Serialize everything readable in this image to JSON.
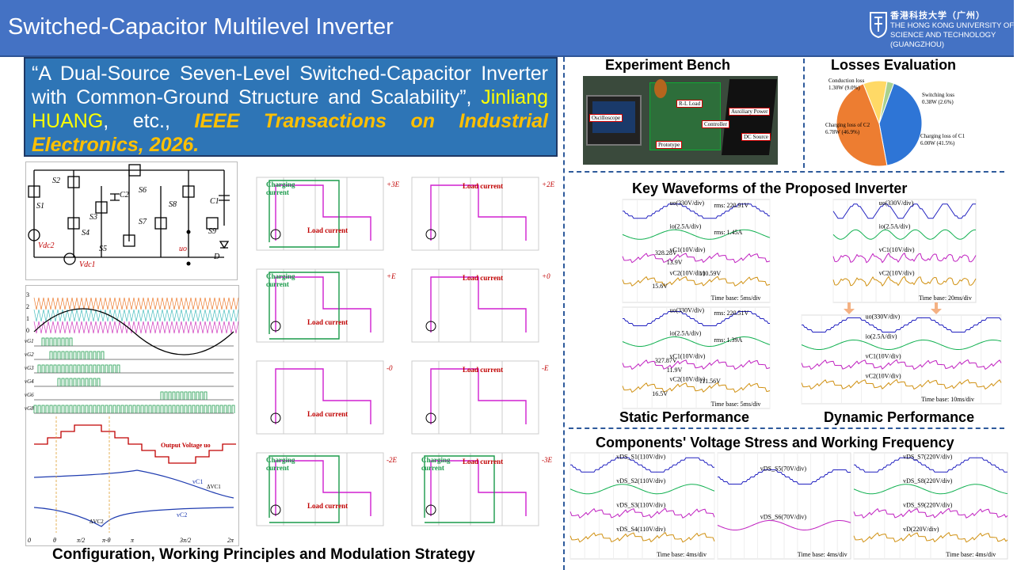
{
  "header": {
    "title": "Switched-Capacitor Multilevel Inverter",
    "logo_cn": "香港科技大学（广州）",
    "logo_en": "THE HONG KONG UNIVERSITY OF SCIENCE AND TECHNOLOGY (GUANGZHOU)"
  },
  "citation": {
    "paper_title": "“A Dual-Source Seven-Level Switched-Capacitor Inverter with Common-Ground Structure and Scalability”, ",
    "authors": "Jinliang HUANG",
    "etc": ", etc., ",
    "journal": "IEEE Transactions on Industrial Electronics",
    "year": ", 2026."
  },
  "sections": {
    "left_caption": "Configuration, Working Principles and Modulation Strategy",
    "bench": "Experiment Bench",
    "losses": "Losses Evaluation",
    "waveforms": "Key Waveforms of the Proposed Inverter",
    "static": "Static Performance",
    "dynamic": "Dynamic Performance",
    "stress": "Components' Voltage Stress and Working Frequency"
  },
  "circuit": {
    "labels": [
      "S1",
      "S2",
      "S3",
      "S4",
      "S5",
      "S6",
      "S7",
      "S8",
      "S9",
      "C1",
      "C2",
      "D",
      "Vdc1",
      "Vdc2",
      "uo"
    ]
  },
  "modulation": {
    "carrier_ticks": [
      "3",
      "2",
      "1",
      "0"
    ],
    "gate_labels": [
      "vG1",
      "vG2",
      "vG3",
      "vG4",
      "vG6",
      "vG8"
    ],
    "output_label": "Output Voltage uo",
    "vlevels": [
      "3E",
      "2E",
      "E",
      "0",
      "-E",
      "-2E",
      "-3E"
    ],
    "vc1_label": "vC1",
    "dvc1_label": "ΔVC1",
    "vc2_label": "vC2",
    "dvc2_label": "ΔVC2",
    "x_ticks": [
      "0",
      "θ",
      "π/2",
      "π-θ",
      "π",
      "3π/2",
      "2π"
    ]
  },
  "states": [
    {
      "charging": "Charging current",
      "load": "Load current",
      "level": "+3E"
    },
    {
      "charging": "",
      "load": "Load current",
      "level": "+2E"
    },
    {
      "charging": "Charging current",
      "load": "Load current",
      "level": "+E"
    },
    {
      "charging": "",
      "load": "Load current",
      "level": "+0"
    },
    {
      "charging": "",
      "load": "Load current",
      "level": "-0"
    },
    {
      "charging": "",
      "load": "Load current",
      "level": "-E"
    },
    {
      "charging": "Charging current",
      "load": "Load current",
      "level": "-2E"
    },
    {
      "charging": "Charging current",
      "load": "Load current",
      "level": "-3E"
    }
  ],
  "bench_labels": [
    "R-L Load",
    "Controller",
    "Oscilloscope",
    "Prototype",
    "Auxiliary Power",
    "DC Source"
  ],
  "losses": {
    "slices": [
      {
        "label": "Charging loss of C1",
        "value": "6.00W (41.5%)",
        "pct": 41.5,
        "color": "#2e75d6"
      },
      {
        "label": "Charging loss of C2",
        "value": "6.78W (46.9%)",
        "pct": 46.9,
        "color": "#ed7d31"
      },
      {
        "label": "Conduction loss",
        "value": "1.30W (9.0%)",
        "pct": 9.0,
        "color": "#ffd966"
      },
      {
        "label": "Switching loss",
        "value": "0.38W (2.6%)",
        "pct": 2.6,
        "color": "#a9d18e"
      }
    ]
  },
  "static_scope": {
    "top": {
      "traces": [
        "uo(330V/div)",
        "io(2.5A/div)",
        "vC1(10V/div)",
        "vC2(10V/div)"
      ],
      "notes": [
        "rms: 220.91V",
        "rms: 1.45A",
        "328.28V",
        "13.9V",
        "110.59V",
        "15.6V"
      ],
      "timebase": "Time base: 5ms/div"
    },
    "bottom": {
      "traces": [
        "uo(330V/div)",
        "io(2.5A/div)",
        "vC1(10V/div)",
        "vC2(10V/div)"
      ],
      "notes": [
        "rms: 220.51V",
        "rms: 1.39A",
        "327.87V",
        "11.9V",
        "111.56V",
        "16.5V"
      ],
      "timebase": "Time base: 5ms/div"
    }
  },
  "dynamic_scope": {
    "top": {
      "traces": [
        "uo(330V/div)",
        "io(2.5A/div)",
        "vC1(10V/div)",
        "vC2(10V/div)"
      ],
      "timebase": "Time base: 20ms/div"
    },
    "bottom": {
      "traces": [
        "uo(330V/div)",
        "io(2.5A/div)",
        "vC1(10V/div)",
        "vC2(10V/div)"
      ],
      "timebase": "Time base: 10ms/div"
    }
  },
  "stress_scope": [
    {
      "traces": [
        "vDS_S1(110V/div)",
        "vDS_S2(110V/div)",
        "vDS_S3(110V/div)",
        "vDS_S4(110V/div)"
      ],
      "timebase": "Time base: 4ms/div"
    },
    {
      "traces": [
        "vDS_S5(70V/div)",
        "vDS_S6(70V/div)"
      ],
      "timebase": "Time base: 4ms/div"
    },
    {
      "traces": [
        "vDS_S7(220V/div)",
        "vDS_S8(220V/div)",
        "vDS_S9(220V/div)",
        "vD(220V/div)"
      ],
      "timebase": "Time base: 4ms/div"
    }
  ]
}
